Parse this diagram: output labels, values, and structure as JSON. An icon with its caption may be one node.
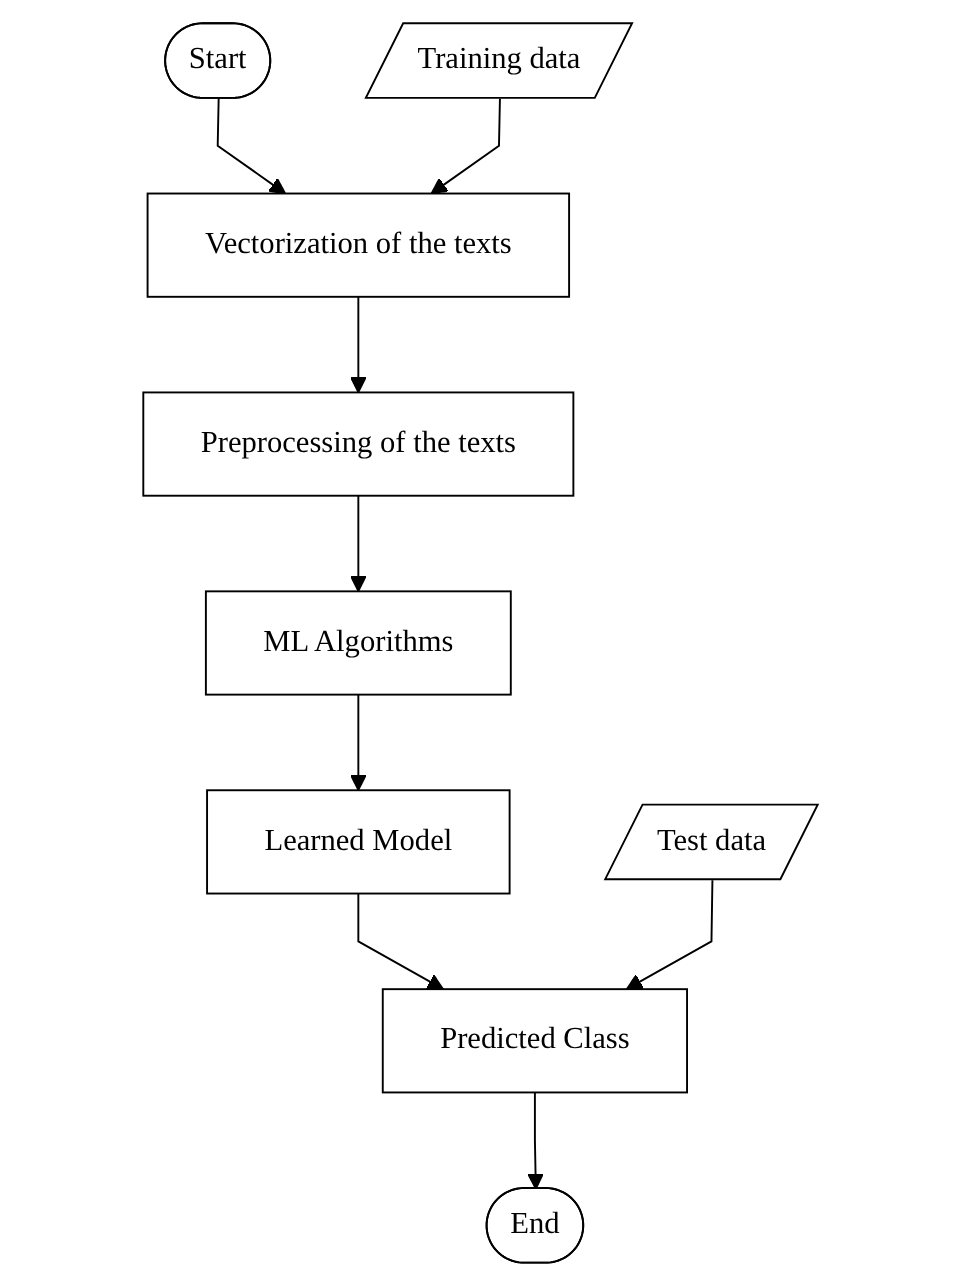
{
  "diagram": {
    "nodes": [
      {
        "text": [
          "Start"
        ]
      },
      {
        "text": [
          "Training data"
        ]
      },
      {
        "text": [
          "Vectorization of the texts"
        ]
      },
      {
        "text": [
          "Preprocessing of the texts"
        ]
      },
      {
        "text": [
          "ML Algorithms"
        ]
      },
      {
        "text": [
          "Learned Model"
        ]
      },
      {
        "text": [
          "Test data"
        ]
      },
      {
        "text": [
          "Predicted Class"
        ]
      },
      {
        "text": [
          "End"
        ]
      }
    ],
    "edges": [
      {
        "from": 0,
        "to": 2,
        "arrow": "to"
      },
      {
        "from": 1,
        "to": 2,
        "arrow": "to"
      },
      {
        "from": 2,
        "to": 3,
        "arrow": "to"
      },
      {
        "from": 3,
        "to": 4,
        "arrow": "to"
      },
      {
        "from": 4,
        "to": 5,
        "arrow": "to"
      },
      {
        "from": 5,
        "to": 7,
        "arrow": "to"
      },
      {
        "from": 6,
        "to": 7,
        "arrow": "to"
      },
      {
        "from": 7,
        "to": 8,
        "arrow": "to"
      }
    ]
  }
}
